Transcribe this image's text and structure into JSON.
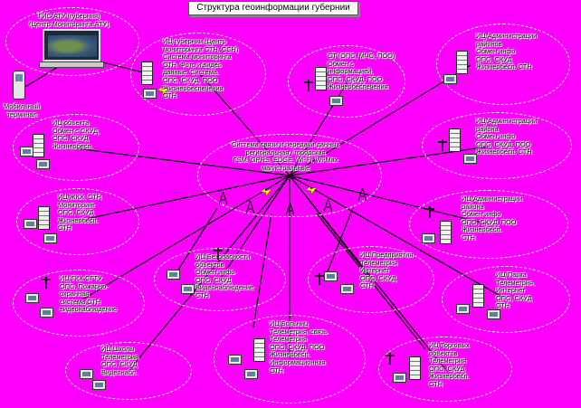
{
  "title": "Структура геоинформации губернии",
  "center": {
    "label": "Система связи и передачи данных\nрегиональная / городская\nГSМ, GPRS, EDGE, Wi-Fi, Wi-Max\nмагистральные"
  },
  "nodes": [
    {
      "id": "gis-atu",
      "label": "ГИС АТУ (губерния)\n(Центр Мониторинга АТУ)"
    },
    {
      "id": "mobile",
      "label": "Мобильный\nтерминал"
    },
    {
      "id": "ic-mon",
      "label": "ИЦ губернии (Центр\nмониторинга СТН, ССН)\nСистема мониторинга\nСТН. Фото и видео\nданные. Система.\nОПС, СКУД, ПОО\nЖизнеобеспечения\nСТН"
    },
    {
      "id": "ops",
      "label": "СТ (ОПС, МЧС, ПОО)\nОбмен с\nинформацией,\nОПС, СКУД, ПОО\nЖизнеобеспечения"
    },
    {
      "id": "ic-rayon",
      "label": "ИЦ Администрации\nрайонов\nОбмен инфо\nОПС, СКУД\nЖизнеобесп. СТН"
    },
    {
      "id": "ic-obj",
      "label": "ИЦ объекта\nОбмен с СКУД,\nОПС, СКУД\nЖизнеобесп."
    },
    {
      "id": "ic-adm1",
      "label": "ИЦ Администрации\nрайона\nОбмен инфо\nОПС, СКУД, ПОО\nЖизнеобесп. СТН"
    },
    {
      "id": "ic-zhkh",
      "label": "ИЦ ЖКХ, СТН\nМониторинг\nОПС, СКУД\nЖизнеобесп.\nСТН"
    },
    {
      "id": "ic-adm2",
      "label": "ИЦ Администрации\nрайона\nОбмен инфо\nОПС, СКУД, ПОО\nЖизнеобесп.\nСТН"
    },
    {
      "id": "ic-gkh",
      "label": "ИЦ ГКХ СГТУ\nОПС, Пожарно-\nохранная\nсистема СТН\nвидеонаблюдение"
    },
    {
      "id": "ic-bez",
      "label": "ИЦ Безопасности\nобъектов\nОбмен инфо\nОПС, СКУД\nВидеонаблюдение\nСТН"
    },
    {
      "id": "ic-ind",
      "label": "ИЦ Предприятия\nТелеметрия\nИнтернет\nОПС, СКУД\nСТН"
    },
    {
      "id": "ic-par",
      "label": "ИЦ Парка\nТелеметрия,\nИнтернет\nОПС, СКУД\nСТН"
    },
    {
      "id": "ic-sch",
      "label": "ИЦ Школы\nТелеметрия\nОПС, СКУД\nВидеонабл."
    },
    {
      "id": "ic-hosp",
      "label": "ИЦ Больниц\nТелеметрия, связь\nТелеметрия\nОПС, СКУД, ПОО\nЖизнеобесп.\nИнформационная\nСТН"
    },
    {
      "id": "ic-trade",
      "label": "ИЦ Торговых\nобъектов\nТелеметрия\nОПС, СКУД\nЖизнеобесп.\nСТН"
    }
  ]
}
